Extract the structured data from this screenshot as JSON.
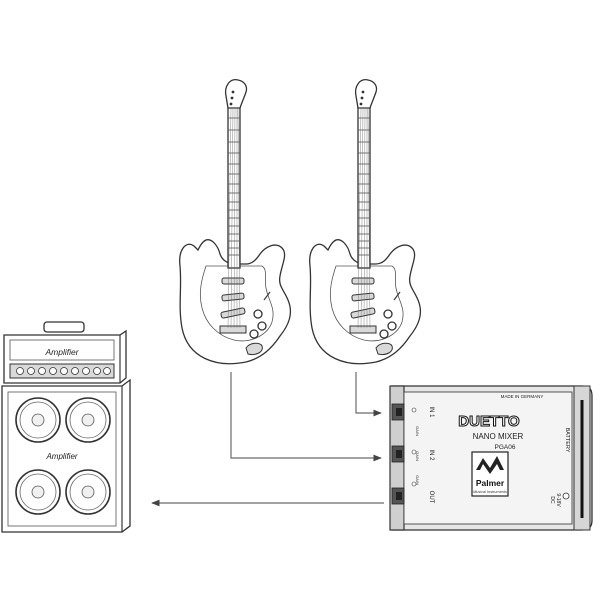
{
  "amplifier": {
    "head_logo": "Amplifier",
    "cab_logo": "Amplifier"
  },
  "device": {
    "made_in": "MADE IN GERMANY",
    "name": "DUETTO",
    "subtitle": "NANO MIXER",
    "model": "PGA06",
    "brand": "Palmer",
    "brand_tagline": "Musical Instruments",
    "battery_label": "BATTERY",
    "power_label": "9-18V",
    "power_sub": "DC",
    "jacks": [
      {
        "label": "IN 1",
        "gain_label": "GAIN"
      },
      {
        "label": "IN 2",
        "gain_label": "GAIN"
      },
      {
        "label": "OUT",
        "gain_label": "GAIN"
      }
    ]
  },
  "colors": {
    "line": "#3a3a3a",
    "cable": "#6b6b6b",
    "device_body": "#e6e6e6"
  },
  "icons": {
    "guitar_1": "electric-guitar-icon",
    "guitar_2": "electric-guitar-icon",
    "amp": "guitar-amplifier-stack-icon",
    "arrow": "arrowhead-icon"
  }
}
